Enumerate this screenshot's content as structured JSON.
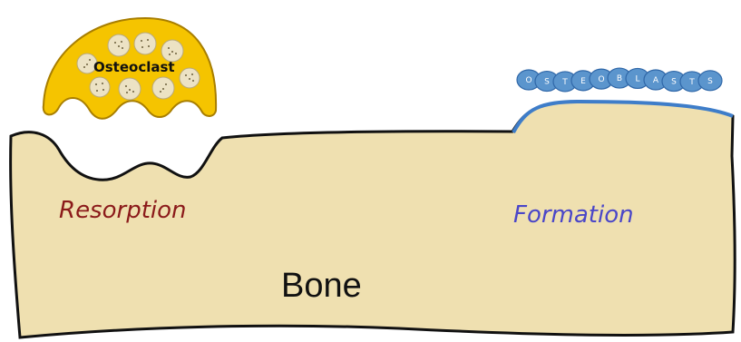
{
  "labels": {
    "osteoclast": "Osteoclast",
    "resorption": "Resorption",
    "formation": "Formation",
    "bone": "Bone"
  },
  "osteoblast_letters": [
    "O",
    "S",
    "T",
    "E",
    "O",
    "B",
    "L",
    "A",
    "S",
    "T",
    "S"
  ],
  "colors": {
    "bone_fill": "#efe0b0",
    "outline": "#111111",
    "osteoclast_fill": "#f5c400",
    "osteoclast_outline": "#a87e00",
    "nucleus_fill": "#ece2c4",
    "resorption_text": "#8b1a1a",
    "formation_text": "#4a46c8",
    "osteoblast_fill": "#5b95cd",
    "osteoblast_edge": "#2f67a8",
    "formation_layer": "#3e7dc9"
  }
}
